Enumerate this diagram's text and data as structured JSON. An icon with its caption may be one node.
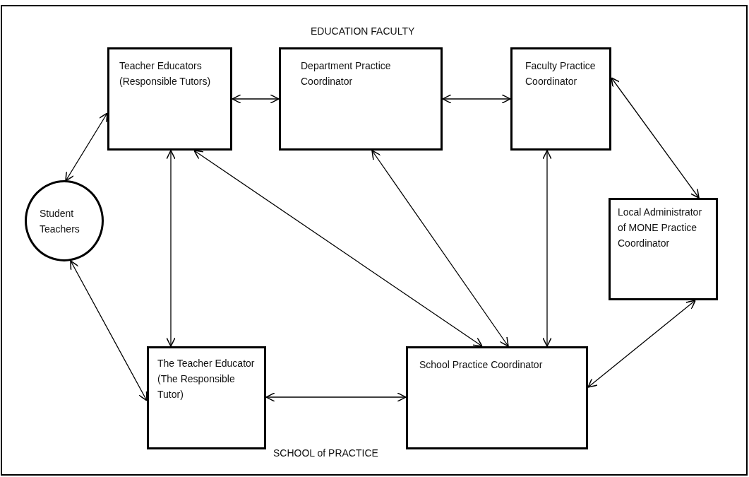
{
  "diagram": {
    "title": "EDUCATION FACULTY",
    "nodes": [
      {
        "text": [
          "Teacher Educators (Responsible Tutors)"
        ]
      },
      {
        "text": [
          "Department Practice Coordinator"
        ]
      },
      {
        "text": [
          "Faculty Practice Coordinator"
        ]
      },
      {
        "text": [
          "Student Teachers"
        ]
      },
      {
        "text": [
          "Local Administrator of MONE Practice Coordinator"
        ]
      },
      {
        "text": [
          "The Teacher Educator (The Responsible Tutor)"
        ]
      },
      {
        "text": [
          "School Practice Coordinator"
        ]
      }
    ],
    "edges": [
      {
        "from": 0,
        "to": 1,
        "arrow": "both"
      },
      {
        "from": 1,
        "to": 2,
        "arrow": "both"
      },
      {
        "from": 3,
        "to": 0,
        "arrow": "both"
      },
      {
        "from": 0,
        "to": 5,
        "arrow": "both"
      },
      {
        "from": 0,
        "to": 6,
        "arrow": "both"
      },
      {
        "from": 1,
        "to": 6,
        "arrow": "both"
      },
      {
        "from": 2,
        "to": 6,
        "arrow": "both"
      },
      {
        "from": 2,
        "to": 4,
        "arrow": "both"
      },
      {
        "from": 3,
        "to": 5,
        "arrow": "both"
      },
      {
        "from": 5,
        "to": 6,
        "arrow": "both"
      },
      {
        "from": 6,
        "to": 4,
        "arrow": "both"
      }
    ],
    "labels": [
      "SCHOOL of PRACTICE"
    ]
  }
}
